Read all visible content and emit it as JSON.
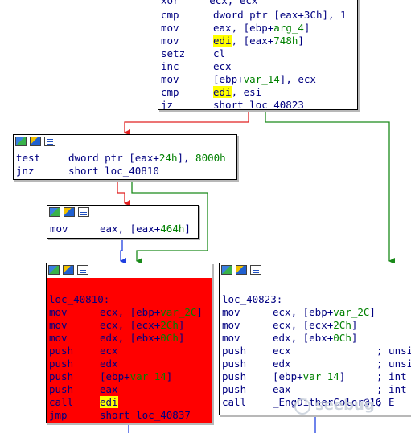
{
  "node_top": {
    "partial_line": "xor     ecx, ecx",
    "lines": [
      {
        "op": "cmp",
        "a": [
          [
            "",
            "dword ptr [eax+"
          ],
          [
            "",
            "3Ch"
          ],
          [
            "",
            "], 1"
          ]
        ]
      },
      {
        "op": "mov",
        "a": [
          [
            "",
            "eax, [ebp+"
          ],
          [
            "g",
            "arg_4"
          ],
          [
            "",
            "]"
          ]
        ]
      },
      {
        "op": "mov",
        "a": [
          [
            "hl",
            "edi"
          ],
          [
            "",
            ", [eax+"
          ],
          [
            "g",
            "748h"
          ],
          [
            "",
            "]"
          ]
        ]
      },
      {
        "op": "setz",
        "a": [
          [
            "",
            "cl"
          ]
        ]
      },
      {
        "op": "inc",
        "a": [
          [
            "",
            "ecx"
          ]
        ]
      },
      {
        "op": "mov",
        "a": [
          [
            "",
            "[ebp+"
          ],
          [
            "g",
            "var_14"
          ],
          [
            "",
            "], ecx"
          ]
        ]
      },
      {
        "op": "cmp",
        "a": [
          [
            "hl",
            "edi"
          ],
          [
            "",
            ", esi"
          ]
        ]
      },
      {
        "op": "jz",
        "a": [
          [
            "",
            "short loc_40823"
          ]
        ]
      }
    ]
  },
  "node_test": {
    "lines": [
      {
        "op": "test",
        "a": [
          [
            "",
            "dword ptr [eax+"
          ],
          [
            "g",
            "24h"
          ],
          [
            "",
            "], "
          ],
          [
            "g",
            "8000h"
          ]
        ]
      },
      {
        "op": "jnz",
        "a": [
          [
            "",
            "short loc_40810"
          ]
        ]
      }
    ]
  },
  "node_mov": {
    "lines": [
      {
        "op": "mov",
        "a": [
          [
            "",
            "eax, [eax+"
          ],
          [
            "g",
            "464h"
          ],
          [
            "",
            "]"
          ]
        ]
      }
    ]
  },
  "node_red": {
    "label": "loc_40810:",
    "lines": [
      {
        "op": "mov",
        "a": [
          [
            "",
            "ecx, [ebp+"
          ],
          [
            "g",
            "var_2C"
          ],
          [
            "",
            "]"
          ]
        ]
      },
      {
        "op": "mov",
        "a": [
          [
            "",
            "ecx, [ecx+"
          ],
          [
            "g",
            "2Ch"
          ],
          [
            "",
            "]"
          ]
        ]
      },
      {
        "op": "mov",
        "a": [
          [
            "",
            "edx, [ebx+"
          ],
          [
            "g",
            "0Ch"
          ],
          [
            "",
            "]"
          ]
        ]
      },
      {
        "op": "push",
        "a": [
          [
            "",
            "ecx"
          ]
        ]
      },
      {
        "op": "push",
        "a": [
          [
            "",
            "edx"
          ]
        ]
      },
      {
        "op": "push",
        "a": [
          [
            "",
            "[ebp+"
          ],
          [
            "g",
            "var_14"
          ],
          [
            "",
            "]"
          ]
        ]
      },
      {
        "op": "push",
        "a": [
          [
            "",
            "eax"
          ]
        ]
      },
      {
        "op": "call",
        "a": [
          [
            "hl",
            "edi"
          ]
        ]
      },
      {
        "op": "jmp",
        "a": [
          [
            "",
            "short loc_40837"
          ]
        ]
      }
    ]
  },
  "node_right": {
    "label": "loc_40823:",
    "lines": [
      {
        "op": "mov",
        "a": [
          [
            "",
            "ecx, [ebp+"
          ],
          [
            "g",
            "var_2C"
          ],
          [
            "",
            "]"
          ]
        ],
        "c": ""
      },
      {
        "op": "mov",
        "a": [
          [
            "",
            "ecx, [ecx+"
          ],
          [
            "g",
            "2Ch"
          ],
          [
            "",
            "]"
          ]
        ],
        "c": ""
      },
      {
        "op": "mov",
        "a": [
          [
            "",
            "edx, [ebx+"
          ],
          [
            "g",
            "0Ch"
          ],
          [
            "",
            "]"
          ]
        ],
        "c": ""
      },
      {
        "op": "push",
        "a": [
          [
            "",
            "ecx"
          ]
        ],
        "c": "; unsi"
      },
      {
        "op": "push",
        "a": [
          [
            "",
            "edx"
          ]
        ],
        "c": "; unsi"
      },
      {
        "op": "push",
        "a": [
          [
            "",
            "[ebp+"
          ],
          [
            "g",
            "var_14"
          ],
          [
            "",
            "]"
          ]
        ],
        "c": "; int"
      },
      {
        "op": "push",
        "a": [
          [
            "",
            "eax"
          ]
        ],
        "c": "; int"
      },
      {
        "op": "call",
        "a": [
          [
            "",
            "_EngDitherColor@16"
          ]
        ],
        "c": "; E"
      }
    ]
  },
  "watermark": "seebug",
  "colors": {
    "edge_false": "#e02020",
    "edge_true": "#1a8a1a",
    "edge_uncond": "#2040e0",
    "red_block": "#ff0000",
    "highlight": "#ffff00",
    "operand_name": "#008000"
  },
  "icons": [
    "graph-icon",
    "edit-color-icon",
    "list-view-icon"
  ]
}
